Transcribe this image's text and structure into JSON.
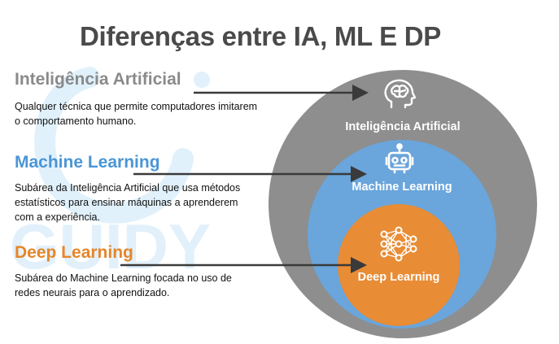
{
  "page": {
    "title": "Diferenças entre IA, ML E DP"
  },
  "concepts": [
    {
      "heading": "Inteligência Artificial",
      "description": "Qualquer técnica que permite computadores imitarem o comportamento humano."
    },
    {
      "heading": "Machine Learning",
      "description": "Subárea da Inteligência Artificial que usa métodos estatísticos para ensinar máquinas a aprenderem com a experiência."
    },
    {
      "heading": "Deep Learning",
      "description": "Subárea do Machine Learning focada no uso de redes neurais para o aprendizado."
    }
  ],
  "diagram": {
    "outer_label": "Inteligência Artificial",
    "middle_label": "Machine Learning",
    "inner_label": "Deep Learning",
    "icons": [
      "brain-icon",
      "robot-icon",
      "neural-network-icon"
    ]
  },
  "colors": {
    "title": "#4a4a4a",
    "ai": "#8e8e8e",
    "ml": "#6aa5db",
    "dl": "#e88c35",
    "ml_heading": "#4a96d6",
    "dl_heading": "#e5862a",
    "ai_heading": "#8a8a8a",
    "arrow": "#3a3a3a",
    "watermark": "#d6ebfa"
  }
}
